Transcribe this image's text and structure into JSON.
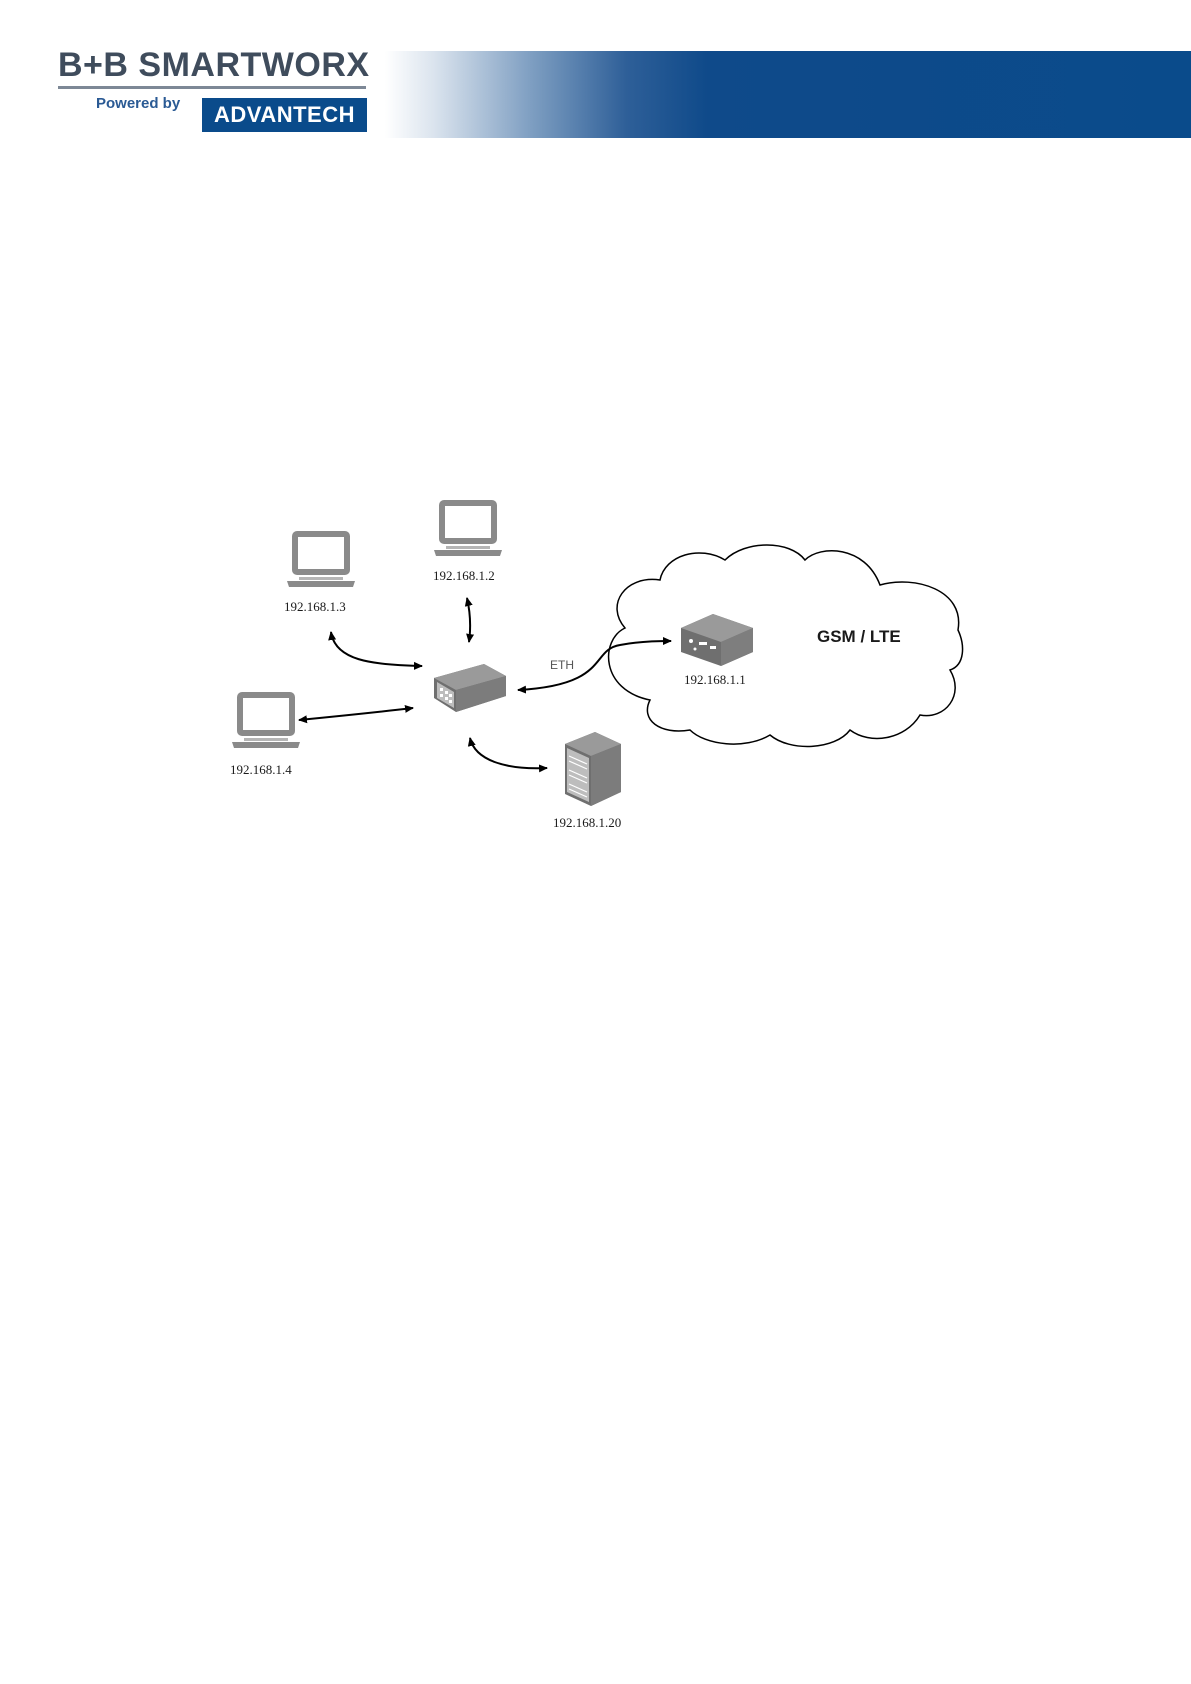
{
  "header": {
    "logo_text": "B+B SMARTWORX",
    "powered_by": "Powered by",
    "advantech": "ADVANTECH"
  },
  "diagram": {
    "network_label": "GSM / LTE",
    "link_label": "ETH",
    "nodes": {
      "laptop_2": "192.168.1.2",
      "laptop_3": "192.168.1.3",
      "laptop_4": "192.168.1.4",
      "router": "192.168.1.1",
      "server": "192.168.1.20"
    }
  },
  "colors": {
    "brand_blue": "#0a4b8b",
    "device_gray": "#8a8a8a"
  }
}
